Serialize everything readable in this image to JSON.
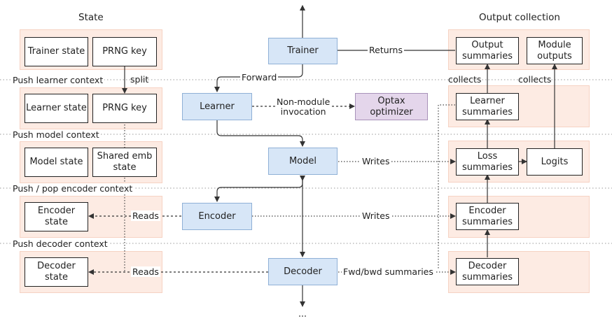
{
  "headers": {
    "state": "State",
    "output": "Output collection"
  },
  "contexts": {
    "learner": "Push learner context",
    "model": "Push model context",
    "encoder": "Push / pop encoder context",
    "decoder": "Push decoder context"
  },
  "state_boxes": {
    "trainer_state": "Trainer state",
    "prng_key_1": "PRNG key",
    "learner_state": "Learner state",
    "prng_key_2": "PRNG key",
    "model_state": "Model state",
    "shared_emb_state": "Shared emb\nstate",
    "encoder_state": "Encoder\nstate",
    "decoder_state": "Decoder\nstate"
  },
  "modules": {
    "trainer": "Trainer",
    "learner": "Learner",
    "model": "Model",
    "encoder": "Encoder",
    "decoder": "Decoder",
    "optax": "Optax\noptimizer"
  },
  "outputs": {
    "output_summaries": "Output\nsummaries",
    "module_outputs": "Module\noutputs",
    "learner_summaries": "Learner\nsummaries",
    "loss_summaries": "Loss\nsummaries",
    "logits": "Logits",
    "encoder_summaries": "Encoder\nsummaries",
    "decoder_summaries": "Decoder\nsummaries"
  },
  "edge_labels": {
    "split": "split",
    "returns": "Returns",
    "forward": "Forward",
    "non_module": "Non-module\ninvocation",
    "writes_model": "Writes",
    "writes_encoder": "Writes",
    "reads_encoder": "Reads",
    "reads_decoder": "Reads",
    "fwd_bwd": "Fwd/bwd summaries",
    "collects_1": "collects",
    "collects_2": "collects",
    "ellipsis": "..."
  },
  "colors": {
    "panel": "#fdebe3",
    "module_blue": "#d7e6f7",
    "optax_purple": "#e4d6eb",
    "line": "#333333"
  }
}
